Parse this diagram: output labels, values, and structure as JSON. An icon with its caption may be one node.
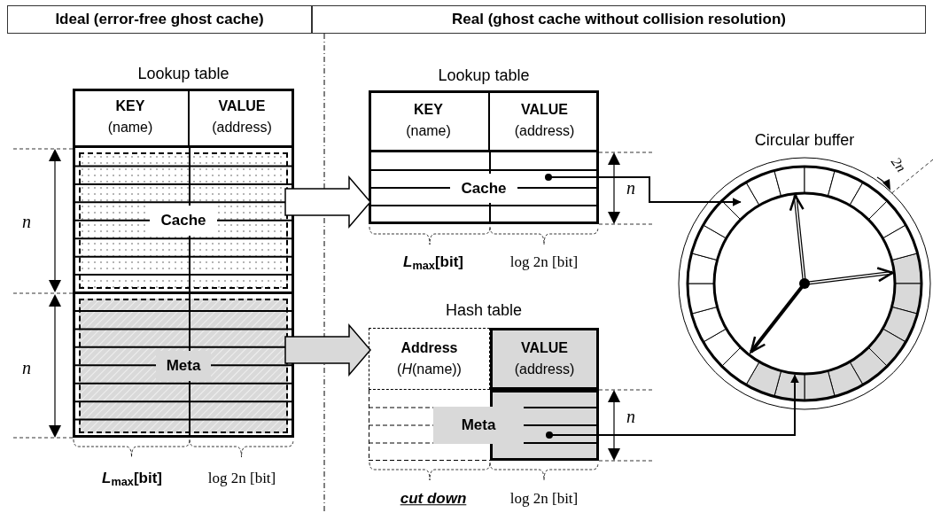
{
  "diagram": {
    "nodes": [
      {
        "text": [
          "Ideal (error-free ghost cache)"
        ]
      },
      {
        "text": [
          "Real (ghost cache without collision resolution)"
        ]
      },
      {
        "text": [
          "Lookup table"
        ]
      },
      {
        "text": [
          "KEY",
          "(name)"
        ],
        "in": 2
      },
      {
        "text": [
          "VALUE",
          "(address)"
        ],
        "in": 2
      },
      {
        "text": [
          "Cache"
        ],
        "in": 2
      },
      {
        "text": [
          "Meta"
        ],
        "in": 2
      },
      {
        "text": [
          "Lookup table"
        ]
      },
      {
        "text": [
          "KEY",
          "(name)"
        ],
        "in": 7
      },
      {
        "text": [
          "VALUE",
          "(address)"
        ],
        "in": 7
      },
      {
        "text": [
          "Cache"
        ],
        "in": 7
      },
      {
        "text": [
          "Hash table"
        ]
      },
      {
        "text": [
          "Address",
          "(*H*(name))"
        ],
        "in": 11
      },
      {
        "text": [
          "VALUE",
          "(address)"
        ],
        "in": 11
      },
      {
        "text": [
          "Meta"
        ],
        "in": 11
      },
      {
        "text": [
          "Circular buffer"
        ]
      }
    ],
    "edges": [
      {
        "from": 5,
        "to": 10,
        "arrow": "to",
        "style": "thick"
      },
      {
        "from": 6,
        "to": 14,
        "arrow": "to",
        "style": "thick",
        "color": "#d9d9d9"
      },
      {
        "from": 10,
        "to": 15,
        "arrow": "to"
      },
      {
        "from": 14,
        "to": 15,
        "arrow": "to"
      }
    ],
    "labels": [
      "*n*",
      "*n*",
      "*L*$_{max}$[bit]",
      "log 2n [bit]",
      "2n",
      "*n*",
      "*L*$_{max}$[bit]",
      "log 2n [bit]",
      "*n*",
      "cut down",
      "log 2n [bit]"
    ]
  }
}
